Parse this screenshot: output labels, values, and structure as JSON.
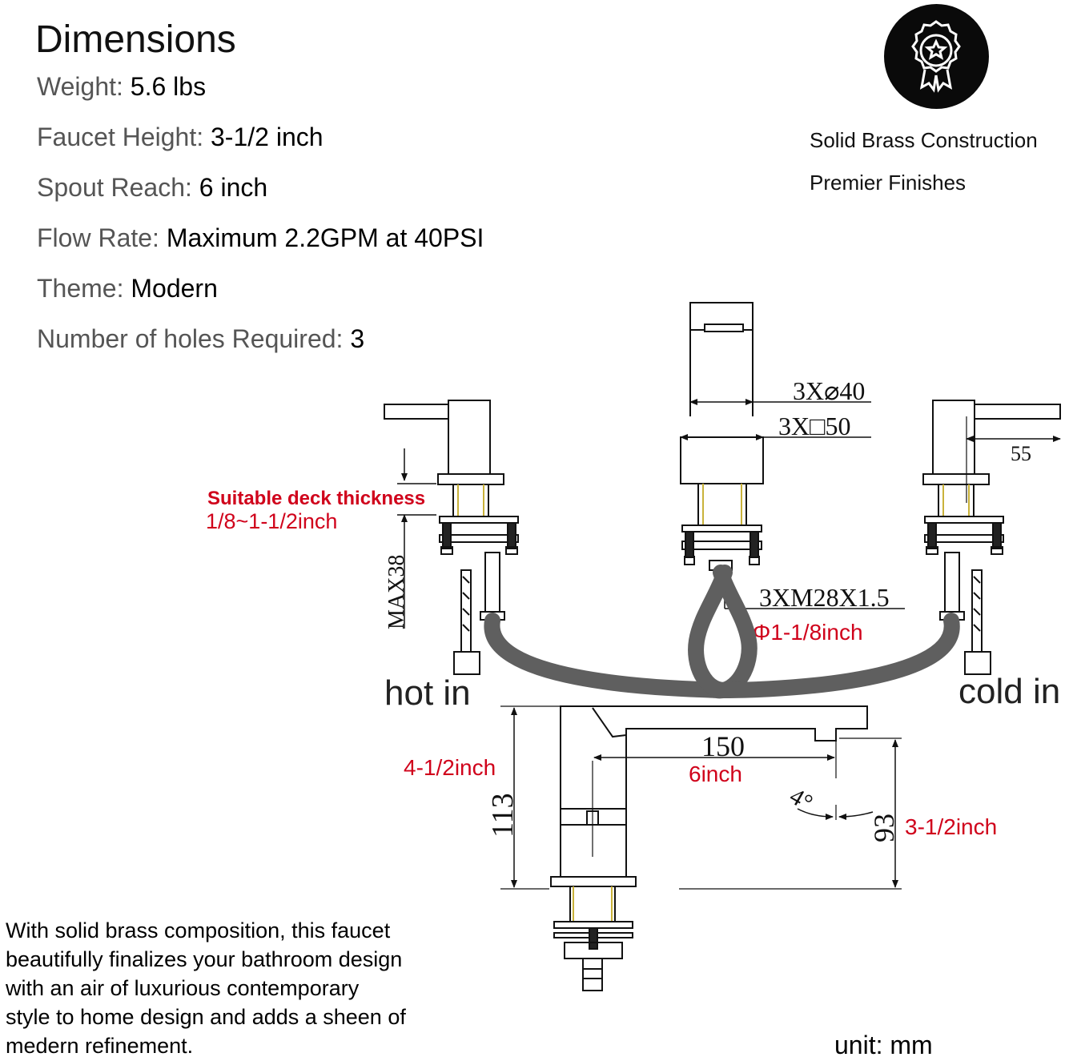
{
  "header": {
    "title": "Dimensions"
  },
  "specs": [
    {
      "key": "Weight:",
      "value": "5.6 lbs"
    },
    {
      "key": "Faucet Height:",
      "value": "3-1/2 inch"
    },
    {
      "key": "Spout Reach:",
      "value": "6 inch"
    },
    {
      "key": "Flow Rate:",
      "value": "Maximum 2.2GPM at 40PSI"
    },
    {
      "key": "Theme:",
      "value": "Modern"
    },
    {
      "key": "Number of holes Required:",
      "value": "3"
    }
  ],
  "badge": {
    "icon": "award-ribbon-icon",
    "features": [
      "Solid Brass Construction",
      "Premier Finishes"
    ]
  },
  "diagram": {
    "dim_hole_diameter": "3X⌀40",
    "dim_base_square": "3X□50",
    "dim_handle_reach": "55",
    "deck_label": "Suitable deck thickness",
    "deck_value": "1/8~1-1/2inch",
    "max_label": "MAX38",
    "thread_label": "3XM28X1.5",
    "thread_inch": "Φ1-1/8inch",
    "hot_label": "hot in",
    "cold_label": "cold in",
    "height_mm": "113",
    "height_inch": "4-1/2inch",
    "reach_mm": "150",
    "reach_inch": "6inch",
    "angle": "4°",
    "spout_height_mm": "93",
    "spout_height_inch": "3-1/2inch"
  },
  "description": "With solid brass composition, this faucet\nbeautifully finalizes your bathroom design\nwith an air of luxurious contemporary\nstyle to home design and adds a sheen of\nmedern refinement.",
  "unit_note": "unit: mm",
  "colors": {
    "accent_red": "#d0021b",
    "hose_gray": "#5f5f5f",
    "badge_black": "#0a0a0a"
  }
}
